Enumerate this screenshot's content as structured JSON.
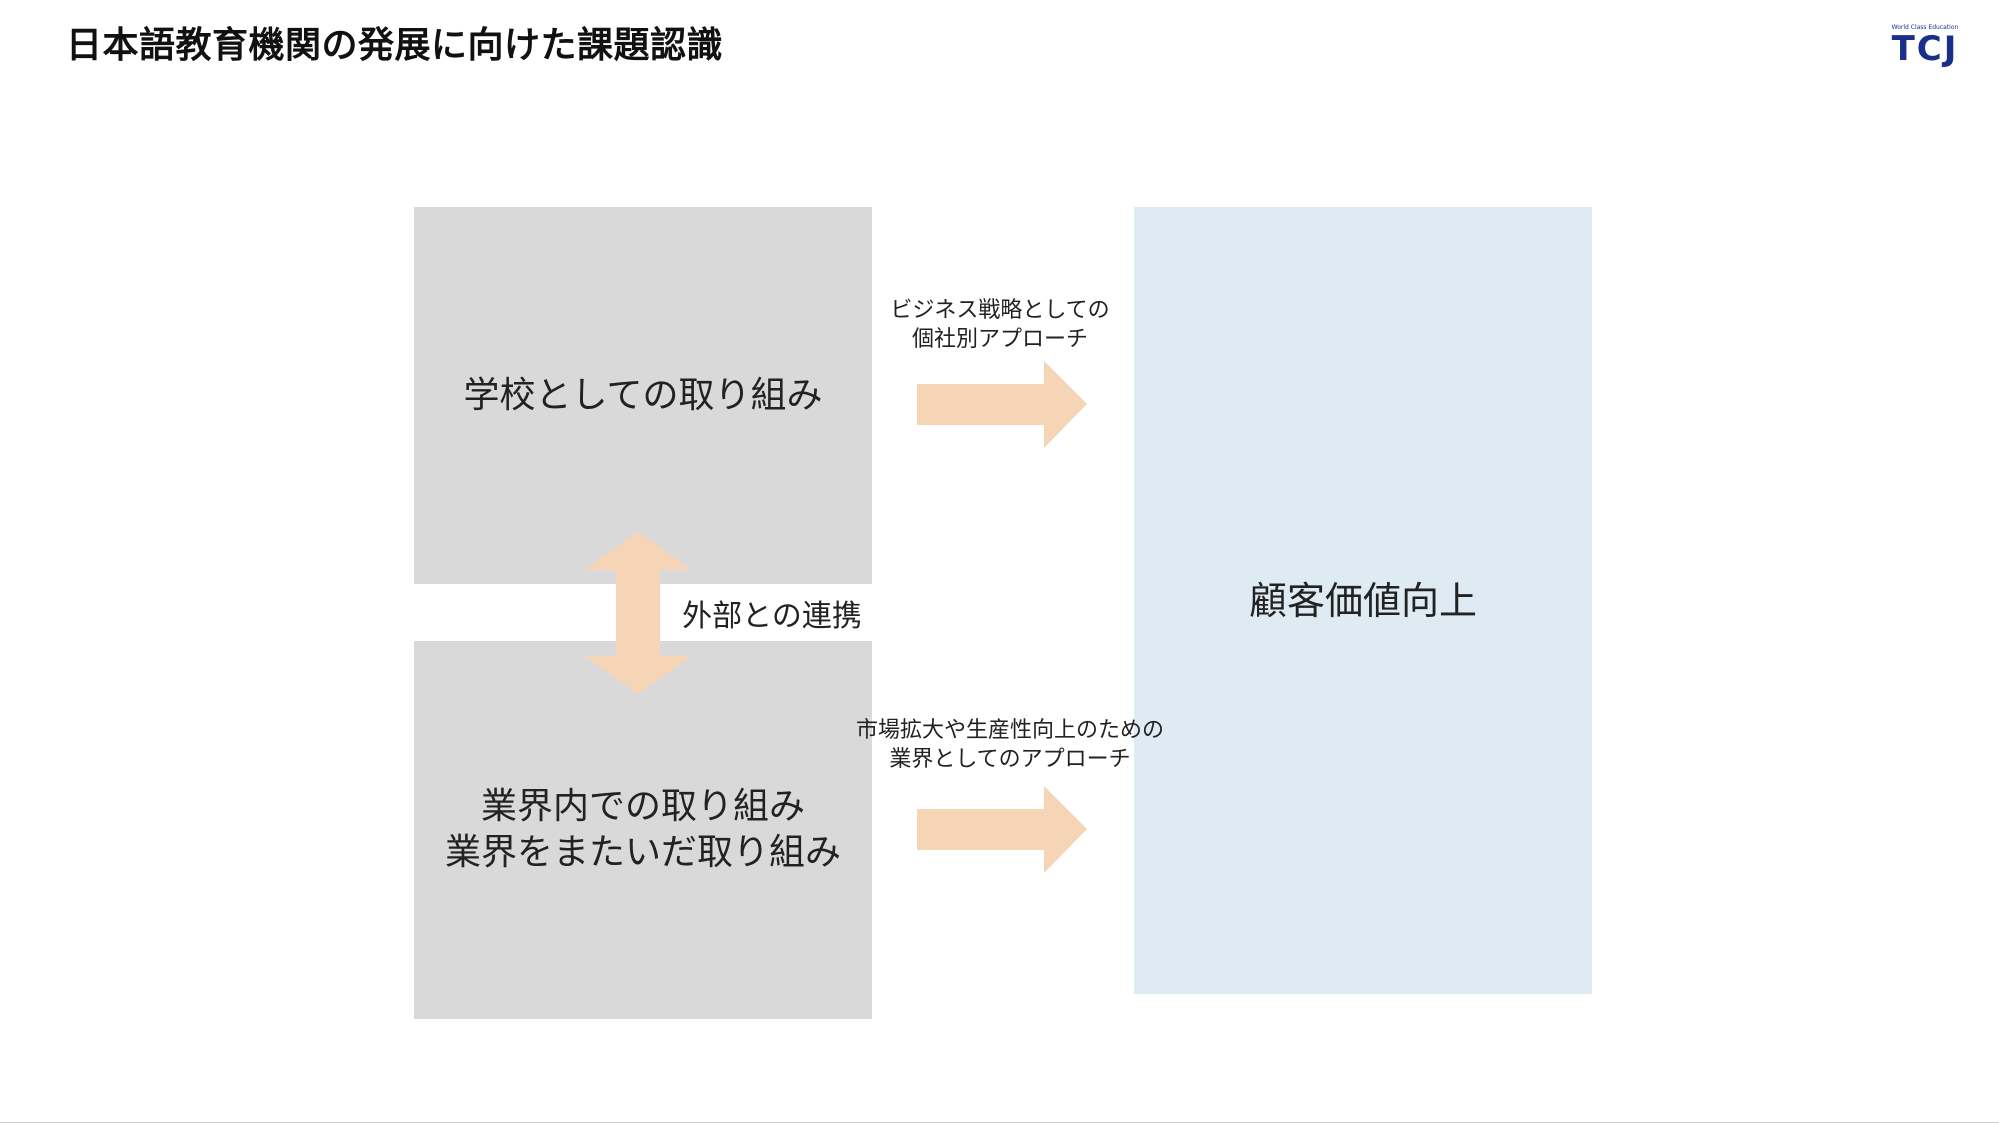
{
  "header": {
    "title": "日本語教育機関の発展に向けた課題認識",
    "logo_tagline": "World Class Education",
    "logo_mark": "TCJ"
  },
  "diagram": {
    "school_box": "学校としての取り組み",
    "industry_box_line1": "業界内での取り組み",
    "industry_box_line2": "業界をまたいだ取り組み",
    "value_box": "顧客価値向上",
    "link_label": "外部との連携",
    "top_arrow_caption_line1": "ビジネス戦略としての",
    "top_arrow_caption_line2": "個社別アプローチ",
    "bottom_arrow_caption_line1": "市場拡大や生産性向上のための",
    "bottom_arrow_caption_line2": "業界としてのアプローチ"
  },
  "colors": {
    "gray_box": "#d9d9d9",
    "blue_box": "#deebf3",
    "arrow": "#f6d4b6",
    "logo": "#1a2f8a"
  }
}
